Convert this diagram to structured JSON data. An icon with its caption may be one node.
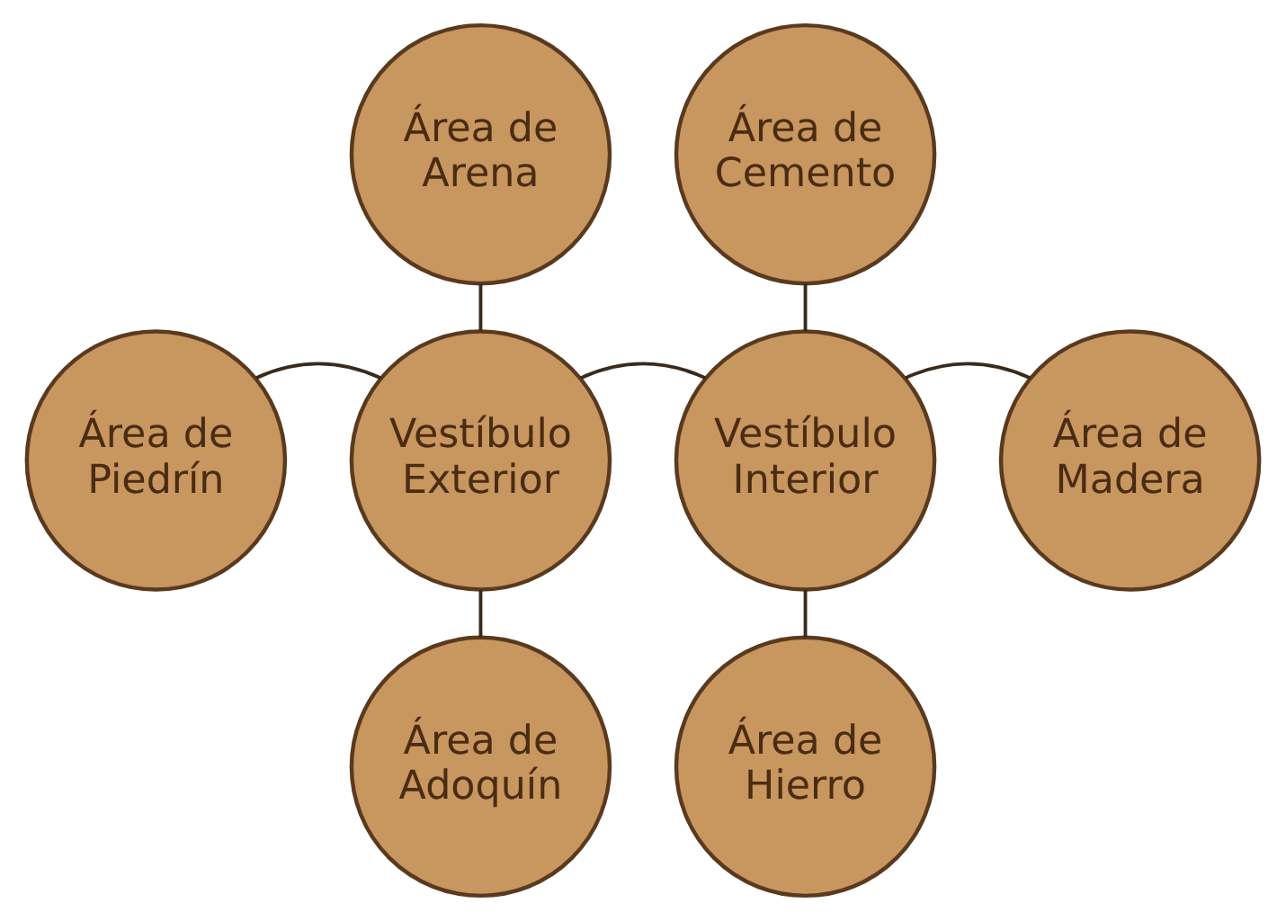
{
  "diagram": {
    "nodes": [
      {
        "text": [
          "Área de Arena"
        ]
      },
      {
        "text": [
          "Área de Cemento"
        ]
      },
      {
        "text": [
          "Área de Piedrín"
        ]
      },
      {
        "text": [
          "Vestíbulo Exterior"
        ]
      },
      {
        "text": [
          "Vestíbulo Interior"
        ]
      },
      {
        "text": [
          "Área de Madera"
        ]
      },
      {
        "text": [
          "Área de Adoquín"
        ]
      },
      {
        "text": [
          "Área de Hierro"
        ]
      }
    ],
    "edges": [
      {
        "from": 0,
        "to": 3,
        "arrow": "none"
      },
      {
        "from": 1,
        "to": 4,
        "arrow": "none"
      },
      {
        "from": 2,
        "to": 3,
        "arrow": "none"
      },
      {
        "from": 3,
        "to": 4,
        "arrow": "none"
      },
      {
        "from": 4,
        "to": 5,
        "arrow": "none"
      },
      {
        "from": 3,
        "to": 6,
        "arrow": "none"
      },
      {
        "from": 4,
        "to": 7,
        "arrow": "none"
      }
    ]
  }
}
